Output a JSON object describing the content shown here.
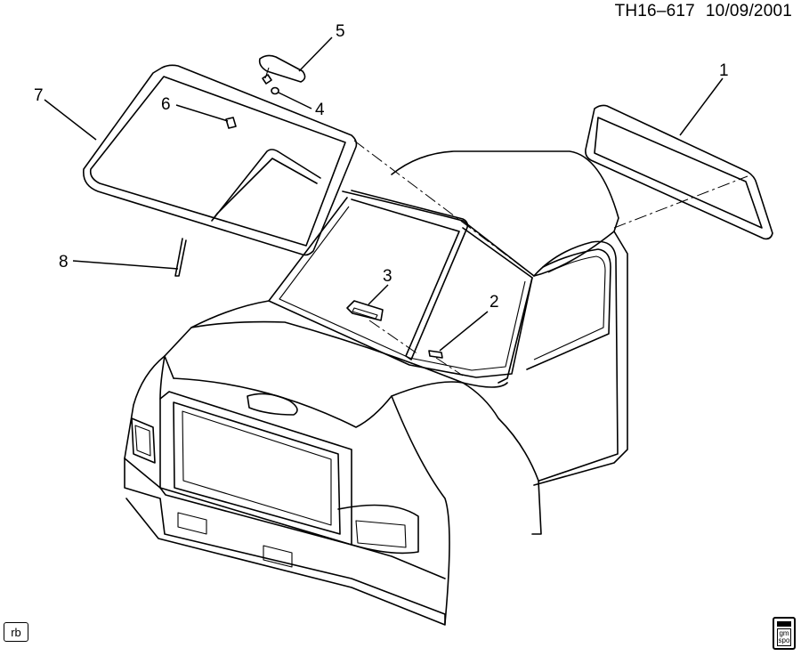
{
  "header": {
    "drawing_id": "TH16–617",
    "date": "10/09/2001"
  },
  "callouts": [
    {
      "id": "1",
      "label": "1"
    },
    {
      "id": "2",
      "label": "2"
    },
    {
      "id": "3",
      "label": "3"
    },
    {
      "id": "4",
      "label": "4"
    },
    {
      "id": "5",
      "label": "5"
    },
    {
      "id": "6",
      "label": "6"
    },
    {
      "id": "7",
      "label": "7"
    },
    {
      "id": "8",
      "label": "8"
    }
  ],
  "footer": {
    "artist_initials": "rb",
    "logo_text_line1": "gm",
    "logo_text_line2": "spo"
  }
}
